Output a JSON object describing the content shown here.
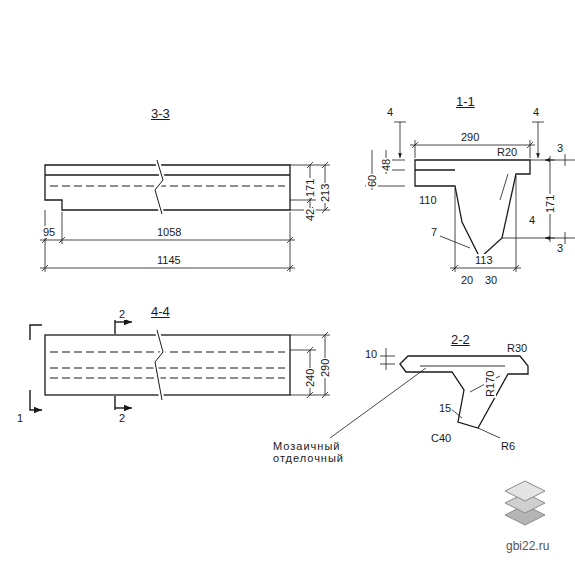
{
  "diagram": {
    "labels": [
      "3-3",
      "171",
      "213",
      "42",
      "95",
      "1058",
      "1145",
      "1-1",
      "4",
      "4",
      "290",
      "60",
      "48",
      "R20",
      "3",
      "171",
      "110",
      "4",
      "3",
      "7",
      "20",
      "30",
      "113",
      "4-4",
      "1",
      "2",
      "2",
      "240",
      "290",
      "2-2",
      "10",
      "R30",
      "R170",
      "15",
      "С40",
      "R6",
      "Мозаичный отделочный",
      "gbi22.ru"
    ]
  }
}
